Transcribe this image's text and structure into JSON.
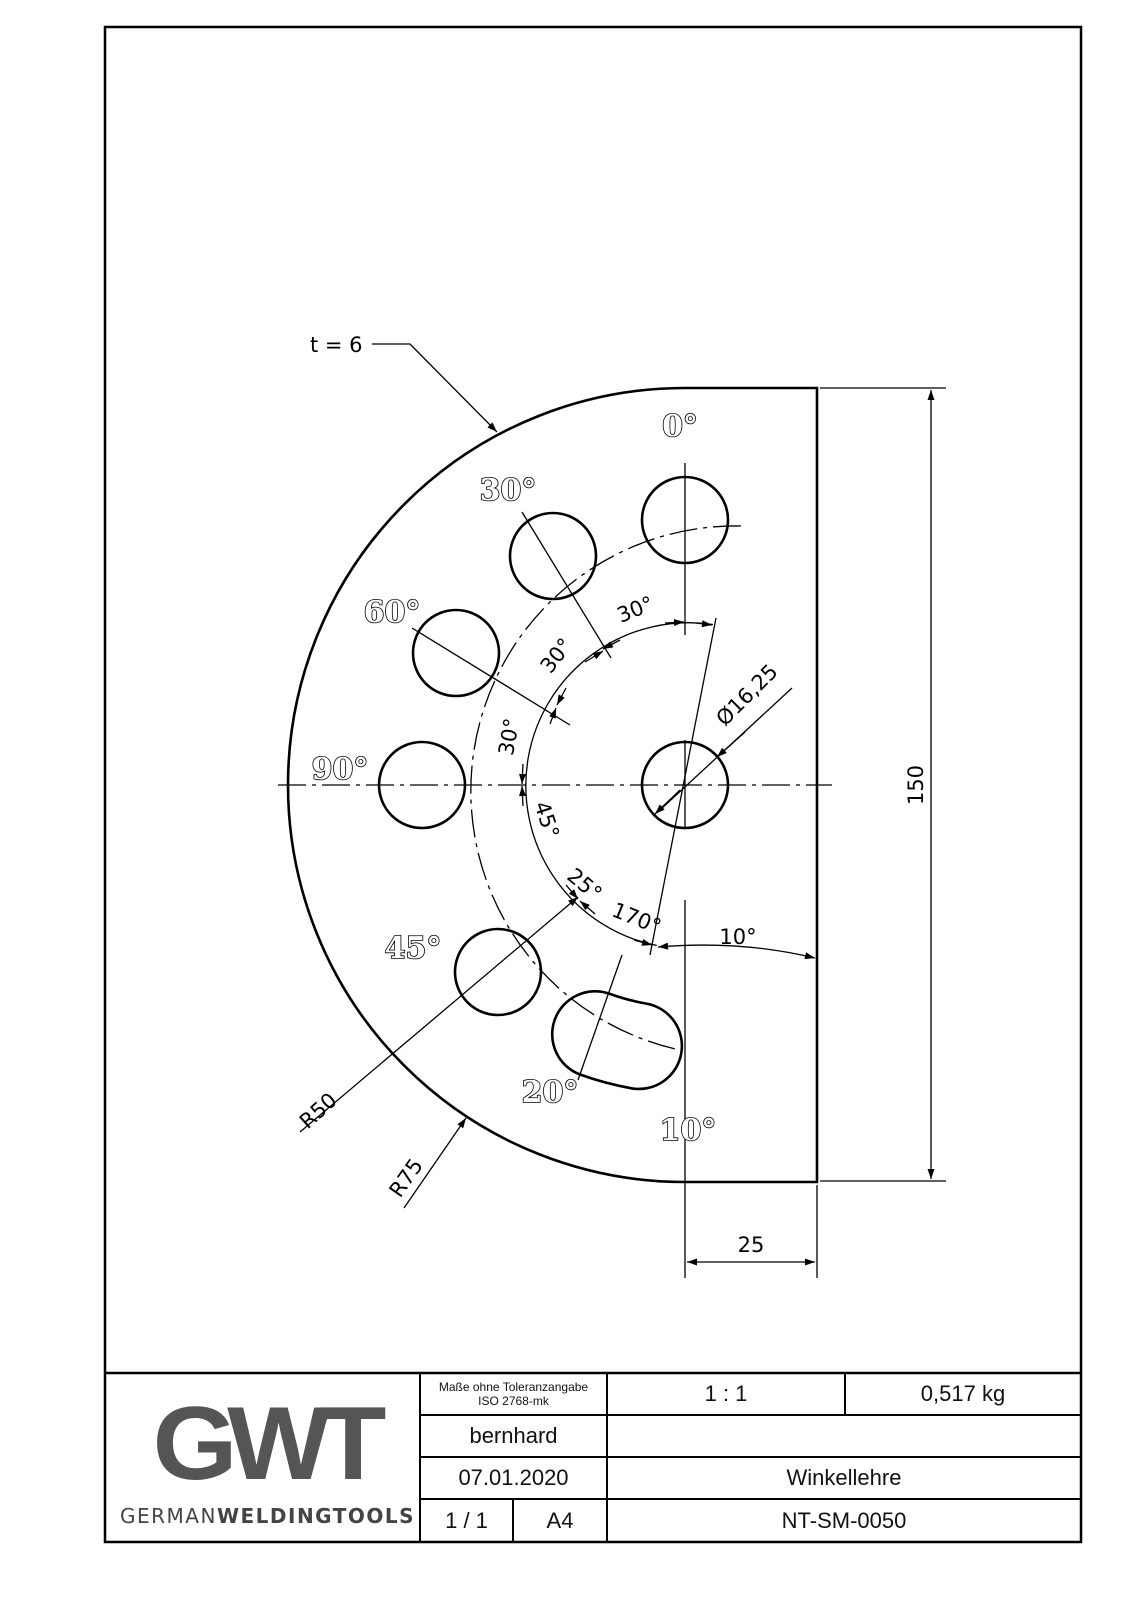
{
  "drawing": {
    "thickness_note": "t = 6",
    "angle_labels": [
      "0°",
      "30°",
      "60°",
      "90°",
      "45°",
      "20°",
      "10°"
    ],
    "dimensions": {
      "height": "150",
      "width": "25",
      "hole_diameter": "Ø16,25",
      "radius_inner": "R50",
      "radius_outer": "R75",
      "angle_30_a": "30°",
      "angle_30_b": "30°",
      "angle_30_c": "30°",
      "angle_45": "45°",
      "angle_25": "25°",
      "angle_170": "170°",
      "angle_10": "10°"
    }
  },
  "title_block": {
    "logo_text": "GWT",
    "logo_subtitle_light": "GERMAN",
    "logo_subtitle_bold": "WELDINGTOOLS",
    "tolerance_line1": "Maße ohne Toleranzangabe",
    "tolerance_line2": "ISO 2768-mk",
    "scale": "1 : 1",
    "mass": "0,517 kg",
    "author": "bernhard",
    "date": "07.01.2020",
    "title": "Winkellehre",
    "sheet": "1 / 1",
    "format": "A4",
    "drawing_number": "NT-SM-0050"
  }
}
